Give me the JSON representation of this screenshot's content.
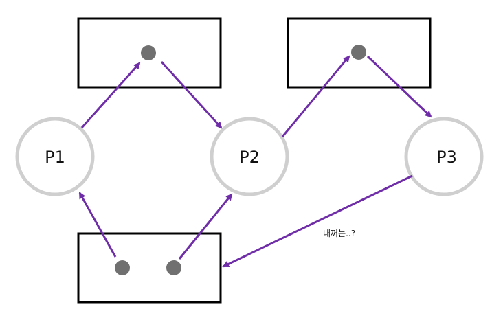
{
  "processes": [
    {
      "id": "p1",
      "label": "P1"
    },
    {
      "id": "p2",
      "label": "P2"
    },
    {
      "id": "p3",
      "label": "P3"
    }
  ],
  "annotation": "내꺼는..?",
  "colors": {
    "edge": "#6f2da8",
    "process_stroke": "#cfcfcf",
    "resource_stroke": "#000000",
    "instance_fill": "#707070"
  }
}
